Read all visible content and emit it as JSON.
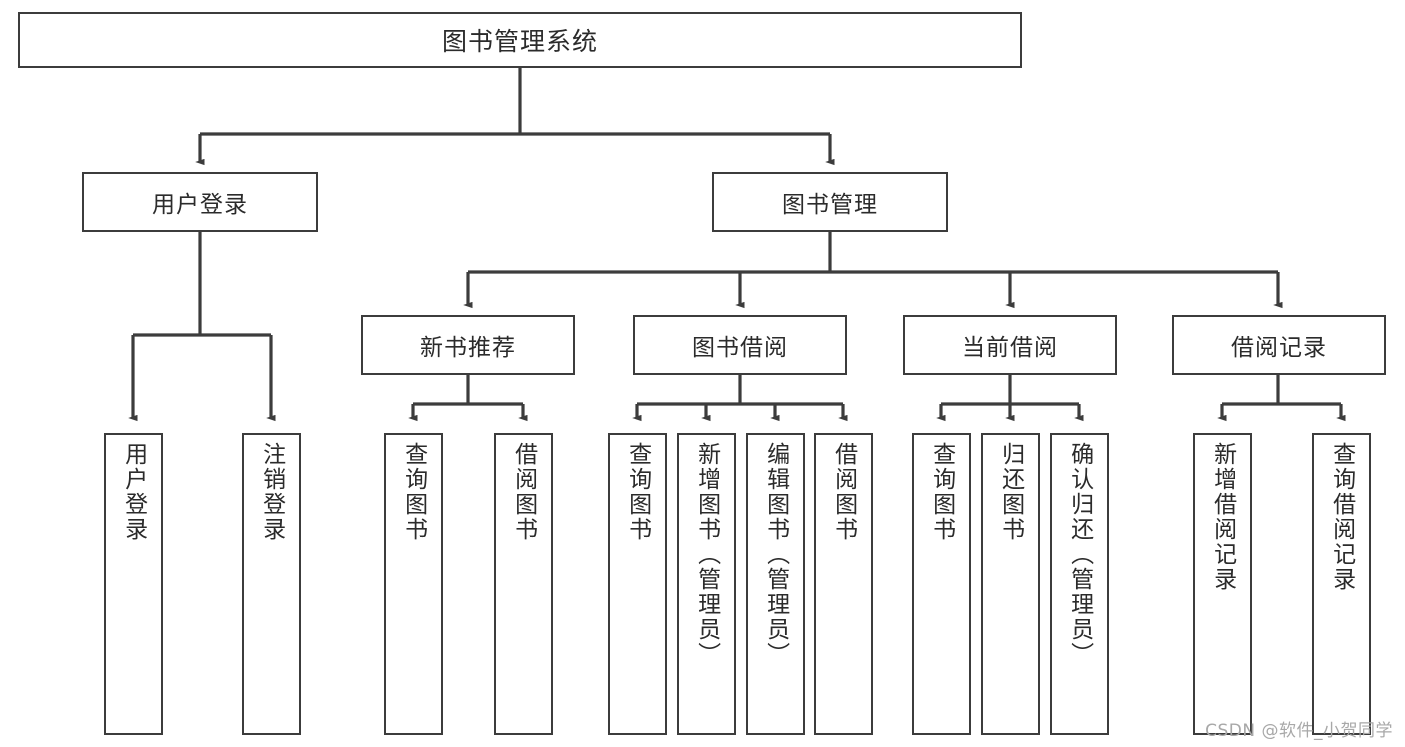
{
  "diagram": {
    "title": "图书管理系统",
    "type": "tree-hierarchy",
    "watermark": "CSDN @软件_小贺同学",
    "colors": {
      "box_border": "#3c3c3c",
      "box_fill": "#ffffff",
      "text": "#2b2b2b",
      "edge": "#3c3c3c",
      "watermark": "#a8a8a8"
    },
    "root": {
      "label": "图书管理系统"
    },
    "level2": [
      {
        "id": "user-login",
        "label": "用户登录"
      },
      {
        "id": "book-manage",
        "label": "图书管理"
      }
    ],
    "level3": [
      {
        "id": "new-book-rec",
        "label": "新书推荐"
      },
      {
        "id": "book-borrow",
        "label": "图书借阅"
      },
      {
        "id": "current-borrow",
        "label": "当前借阅"
      },
      {
        "id": "borrow-record",
        "label": "借阅记录"
      }
    ],
    "leaves": {
      "user_login": [
        {
          "id": "leaf-user-login",
          "label": "用户登录"
        },
        {
          "id": "leaf-logout",
          "label": "注销登录"
        }
      ],
      "new_book_rec": [
        {
          "id": "leaf-query-book-1",
          "label": "查询图书"
        },
        {
          "id": "leaf-borrow-book-1",
          "label": "借阅图书"
        }
      ],
      "book_borrow": [
        {
          "id": "leaf-query-book-2",
          "label": "查询图书"
        },
        {
          "id": "leaf-add-book",
          "label": "新增图书（管理员）"
        },
        {
          "id": "leaf-edit-book",
          "label": "编辑图书（管理员）"
        },
        {
          "id": "leaf-borrow-book-2",
          "label": "借阅图书"
        }
      ],
      "current_borrow": [
        {
          "id": "leaf-query-book-3",
          "label": "查询图书"
        },
        {
          "id": "leaf-return-book",
          "label": "归还图书"
        },
        {
          "id": "leaf-confirm-return",
          "label": "确认归还（管理员）"
        }
      ],
      "borrow_record": [
        {
          "id": "leaf-add-record",
          "label": "新增借阅记录"
        },
        {
          "id": "leaf-query-record",
          "label": "查询借阅记录"
        }
      ]
    }
  }
}
